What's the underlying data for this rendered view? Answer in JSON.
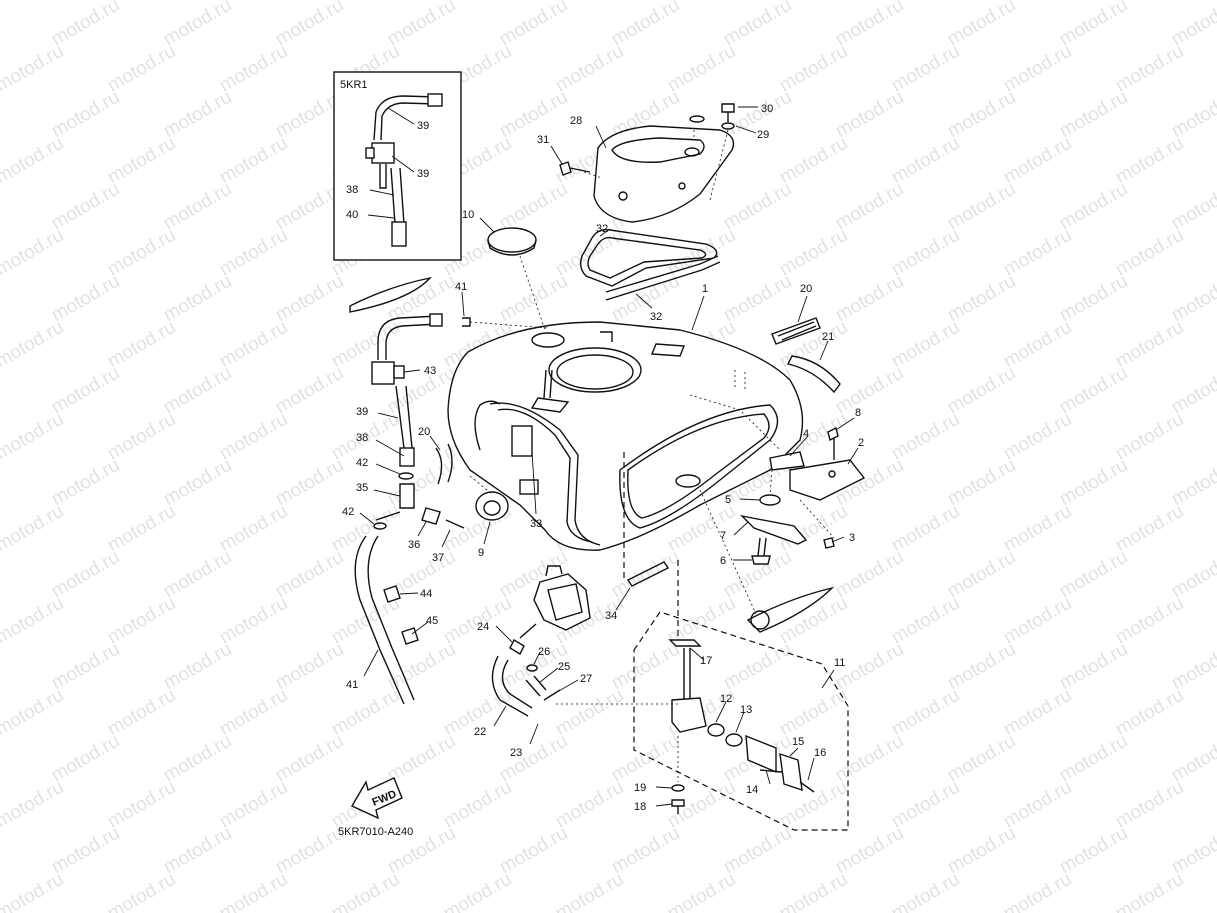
{
  "watermark": {
    "text": "motod.ru",
    "color": "#e2e2e2"
  },
  "inset": {
    "title": "5KR1",
    "callouts": [
      "39",
      "39",
      "38",
      "40"
    ]
  },
  "drawing_code": "5KR7010-A240",
  "fwd_badge": "FWD",
  "callouts": [
    "30",
    "29",
    "28",
    "31",
    "10",
    "32",
    "32",
    "1",
    "20",
    "21",
    "41",
    "43",
    "39",
    "20",
    "38",
    "42",
    "35",
    "42",
    "36",
    "37",
    "9",
    "33",
    "8",
    "4",
    "2",
    "5",
    "7",
    "3",
    "6",
    "34",
    "44",
    "45",
    "24",
    "26",
    "25",
    "27",
    "22",
    "23",
    "17",
    "11",
    "12",
    "13",
    "15",
    "16",
    "14",
    "19",
    "18",
    "41"
  ],
  "colors": {
    "line": "#111111",
    "background": "#ffffff"
  }
}
